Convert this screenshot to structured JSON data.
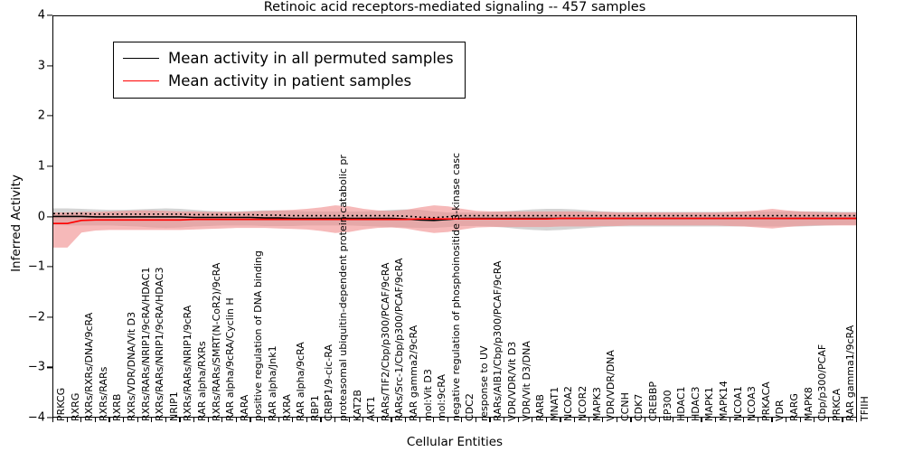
{
  "chart_data": {
    "type": "line",
    "title": "Retinoic acid receptors-mediated signaling -- 457 samples",
    "xlabel": "Cellular Entities",
    "ylabel": "Inferred Activity",
    "ylim": [
      -4,
      4
    ],
    "yticks": [
      -4,
      -3,
      -2,
      -1,
      0,
      1,
      2,
      3,
      4
    ],
    "ytick_labels": [
      "−4",
      "−3",
      "−2",
      "−1",
      "0",
      "1",
      "2",
      "3",
      "4"
    ],
    "grid": false,
    "legend_position": "upper left",
    "legend": [
      {
        "label": "Mean activity in all permuted samples",
        "color": "#000000"
      },
      {
        "label": "Mean activity in patient samples",
        "color": "#ff0000"
      }
    ],
    "categories": [
      "PRKCG",
      "RXRG",
      "RXRs/RXRs/DNA/9cRA",
      "RXRs/RARs",
      "RXRB",
      "RXRs/VDR/DNA/Vit D3",
      "RXRs/RARs/NRIP1/9cRA/HDAC1",
      "RXRs/RARs/NRIP1/9cRA/HDAC3",
      "NRIP1",
      "RXRs/RARs/NRIP1/9cRA",
      "RAR alpha/RXRs",
      "RXRs/RARs/SMRT(N-CoR2)/9cRA",
      "RAR alpha/9cRA/Cyclin H",
      "RARA",
      "positive regulation of DNA binding",
      "RAR alpha/Jnk1",
      "RXRA",
      "RAR alpha/9cRA",
      "RBP1",
      "CRBP1/9-cic-RA",
      "proteasomal ubiquitin-dependent protein catabolic pr",
      "KAT2B",
      "AKT1",
      "RARs/TIF2/Cbp/p300/PCAF/9cRA",
      "RARs/Src-1/Cbp/p300/PCAF/9cRA",
      "RAR gamma2/9cRA",
      "mol:Vit D3",
      "mol:9cRA",
      "negative regulation of phosphoinositide 3-kinase casc",
      "CDC2",
      "response to UV",
      "RARs/AIB1/Cbp/p300/PCAF/9cRA",
      "VDR/VDR/Vit D3",
      "VDR/Vit D3/DNA",
      "RARB",
      "MNAT1",
      "NCOA2",
      "NCOR2",
      "MAPK3",
      "VDR/VDR/DNA",
      "CCNH",
      "CDK7",
      "CREBBP",
      "EP300",
      "HDAC1",
      "HDAC3",
      "MAPK1",
      "MAPK14",
      "NCOA1",
      "NCOA3",
      "PRKACA",
      "VDR",
      "RARG",
      "MAPK8",
      "Cbp/p300/PCAF",
      "PRKCA",
      "RAR gamma1/9cRA",
      "TFIIH"
    ],
    "series": [
      {
        "name": "Mean activity in all permuted samples",
        "color": "#000000",
        "style": "dotted-over-solid",
        "values": [
          0.02,
          0.02,
          0.02,
          0.01,
          0.01,
          0.01,
          0.01,
          0.01,
          0.01,
          0.01,
          0.0,
          0.0,
          0.0,
          0.0,
          0.0,
          -0.01,
          -0.01,
          -0.02,
          -0.02,
          -0.02,
          -0.02,
          -0.02,
          -0.02,
          -0.02,
          -0.02,
          -0.03,
          -0.05,
          -0.06,
          -0.04,
          -0.02,
          -0.02,
          -0.02,
          -0.02,
          -0.02,
          -0.02,
          -0.02,
          -0.02,
          -0.02,
          -0.02,
          -0.02,
          -0.02,
          -0.02,
          -0.02,
          -0.02,
          -0.02,
          -0.02,
          -0.02,
          -0.02,
          -0.02,
          -0.02,
          -0.02,
          -0.02,
          -0.02,
          -0.02,
          -0.02,
          -0.02,
          -0.02,
          -0.02
        ],
        "band_upper": [
          0.18,
          0.18,
          0.17,
          0.16,
          0.15,
          0.15,
          0.16,
          0.17,
          0.18,
          0.17,
          0.15,
          0.13,
          0.12,
          0.12,
          0.13,
          0.14,
          0.14,
          0.13,
          0.12,
          0.12,
          0.12,
          0.12,
          0.12,
          0.13,
          0.15,
          0.16,
          0.15,
          0.12,
          0.1,
          0.1,
          0.1,
          0.11,
          0.12,
          0.14,
          0.16,
          0.17,
          0.17,
          0.16,
          0.14,
          0.12,
          0.11,
          0.11,
          0.11,
          0.11,
          0.11,
          0.11,
          0.11,
          0.11,
          0.11,
          0.12,
          0.12,
          0.12,
          0.12,
          0.12,
          0.12,
          0.12,
          0.11,
          0.11
        ],
        "band_lower": [
          -0.15,
          -0.16,
          -0.16,
          -0.16,
          -0.16,
          -0.17,
          -0.18,
          -0.2,
          -0.21,
          -0.2,
          -0.18,
          -0.17,
          -0.16,
          -0.16,
          -0.16,
          -0.17,
          -0.17,
          -0.17,
          -0.16,
          -0.16,
          -0.16,
          -0.16,
          -0.17,
          -0.18,
          -0.19,
          -0.2,
          -0.21,
          -0.21,
          -0.19,
          -0.17,
          -0.17,
          -0.18,
          -0.2,
          -0.23,
          -0.25,
          -0.26,
          -0.25,
          -0.23,
          -0.21,
          -0.19,
          -0.18,
          -0.18,
          -0.18,
          -0.18,
          -0.18,
          -0.18,
          -0.18,
          -0.18,
          -0.18,
          -0.18,
          -0.18,
          -0.18,
          -0.18,
          -0.18,
          -0.17,
          -0.16,
          -0.15,
          -0.15
        ],
        "band_label": "standard deviation of permuted samples"
      },
      {
        "name": "Mean activity in patient samples",
        "color": "#ff0000",
        "style": "solid",
        "values": [
          -0.12,
          -0.12,
          -0.06,
          -0.05,
          -0.05,
          -0.05,
          -0.05,
          -0.05,
          -0.05,
          -0.05,
          -0.04,
          -0.04,
          -0.04,
          -0.04,
          -0.04,
          -0.04,
          -0.04,
          -0.04,
          -0.04,
          -0.04,
          -0.04,
          -0.04,
          -0.04,
          -0.04,
          -0.04,
          -0.04,
          -0.03,
          -0.03,
          -0.03,
          -0.03,
          -0.03,
          -0.03,
          -0.03,
          -0.03,
          -0.03,
          -0.03,
          -0.02,
          -0.02,
          -0.02,
          -0.02,
          -0.02,
          -0.02,
          -0.02,
          -0.02,
          -0.02,
          -0.02,
          -0.02,
          -0.02,
          -0.02,
          -0.02,
          -0.02,
          -0.02,
          -0.02,
          -0.02,
          -0.02,
          -0.02,
          -0.02,
          -0.02
        ],
        "band_upper": [
          0.1,
          0.1,
          0.11,
          0.11,
          0.12,
          0.13,
          0.14,
          0.14,
          0.13,
          0.12,
          0.12,
          0.11,
          0.11,
          0.11,
          0.12,
          0.13,
          0.14,
          0.15,
          0.17,
          0.2,
          0.24,
          0.22,
          0.17,
          0.14,
          0.13,
          0.15,
          0.2,
          0.24,
          0.22,
          0.17,
          0.13,
          0.12,
          0.12,
          0.12,
          0.12,
          0.12,
          0.12,
          0.12,
          0.11,
          0.11,
          0.1,
          0.1,
          0.1,
          0.1,
          0.1,
          0.1,
          0.1,
          0.1,
          0.11,
          0.12,
          0.14,
          0.17,
          0.14,
          0.12,
          0.11,
          0.1,
          0.1,
          0.1
        ],
        "band_lower": [
          -0.6,
          -0.6,
          -0.3,
          -0.26,
          -0.25,
          -0.25,
          -0.25,
          -0.25,
          -0.25,
          -0.25,
          -0.24,
          -0.23,
          -0.22,
          -0.21,
          -0.21,
          -0.21,
          -0.22,
          -0.23,
          -0.24,
          -0.27,
          -0.31,
          -0.29,
          -0.24,
          -0.21,
          -0.2,
          -0.22,
          -0.27,
          -0.31,
          -0.29,
          -0.24,
          -0.2,
          -0.19,
          -0.19,
          -0.19,
          -0.19,
          -0.19,
          -0.18,
          -0.18,
          -0.18,
          -0.17,
          -0.17,
          -0.16,
          -0.16,
          -0.16,
          -0.16,
          -0.16,
          -0.16,
          -0.16,
          -0.17,
          -0.18,
          -0.2,
          -0.22,
          -0.19,
          -0.17,
          -0.16,
          -0.16,
          -0.16,
          -0.16
        ],
        "band_label": "standard deviation of patient samples"
      }
    ],
    "colors": {
      "permuted_line": "#000000",
      "permuted_band": "#cccccc",
      "patient_line": "#ff0000",
      "patient_band": "#f4a6a6",
      "axis": "#000000",
      "background": "#ffffff"
    }
  }
}
